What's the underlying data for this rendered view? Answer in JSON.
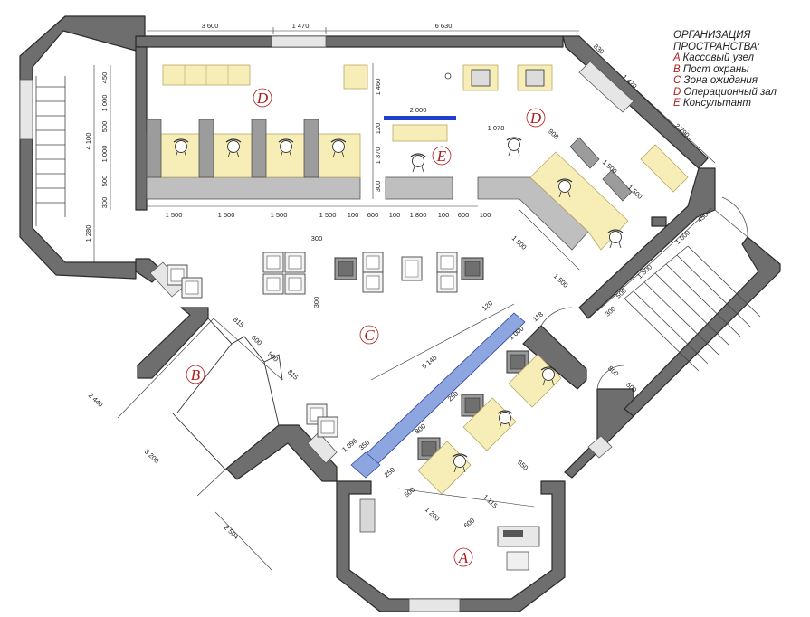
{
  "legend": {
    "title_line1": "ОРГАНИЗАЦИЯ",
    "title_line2": "ПРОСТРАНСТВА:",
    "items": [
      {
        "key": "A",
        "label": "Кассовый узел"
      },
      {
        "key": "B",
        "label": "Пост охраны"
      },
      {
        "key": "C",
        "label": "Зона ожидания"
      },
      {
        "key": "D",
        "label": "Операционный зал"
      },
      {
        "key": "E",
        "label": "Консультант"
      }
    ]
  },
  "zones": {
    "a": "A",
    "b": "B",
    "c": "C",
    "d1": "D",
    "d2": "D",
    "e": "E"
  },
  "dimensions": {
    "top": [
      "3 600",
      "1 470",
      "6 630"
    ],
    "left_vertical": [
      "450",
      "1 000",
      "500",
      "1 000",
      "500",
      "300",
      "4 100",
      "1 280"
    ],
    "desk_row": [
      "1 500",
      "1 500",
      "1 500",
      "1 500",
      "100",
      "600",
      "100",
      "1 800",
      "100",
      "600",
      "100"
    ],
    "consultant": [
      "2 000",
      "1 460",
      "120",
      "1 370",
      "300"
    ],
    "right_wall": [
      "830",
      "1 470",
      "2 790",
      "450",
      "1 000",
      "1 500",
      "500",
      "300"
    ],
    "right_desks": [
      "1 078",
      "908",
      "1 500",
      "1 500",
      "1 500",
      "1 500"
    ],
    "waiting": [
      "300",
      "300"
    ],
    "security": [
      "815",
      "600",
      "900",
      "815",
      "2 440",
      "3 200",
      "2 504"
    ],
    "cashier_diag": [
      "5 145",
      "120",
      "1 000",
      "118",
      "800",
      "600",
      "250",
      "800",
      "1 096",
      "350",
      "250",
      "500",
      "1 200",
      "600",
      "1 115",
      "650"
    ]
  },
  "colors": {
    "wall": "#6e6e6e",
    "wall_outline": "#2b2b2b",
    "desk": "#f7eeb7",
    "desk_edge": "#b8a76a",
    "counter": "#bfbfbf",
    "glass": "#8da6e0",
    "screen": "#1f3ec9",
    "zone_label": "#b01e1e"
  },
  "icons": [
    "chair-icon",
    "armchair-icon",
    "atm-icon",
    "stair-icon",
    "door-icon"
  ]
}
